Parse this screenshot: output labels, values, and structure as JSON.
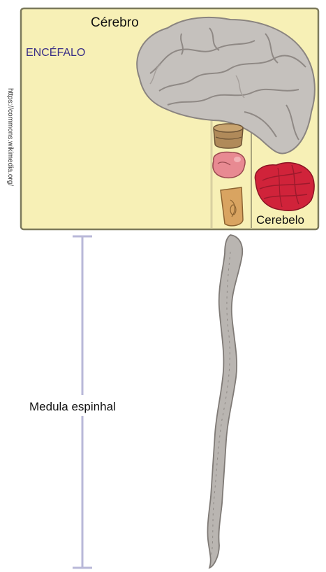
{
  "labels": {
    "cerebro": "Cérebro",
    "encefalo": "ENCÉFALO",
    "cerebelo": "Cerebelo",
    "medula": "Medula espinhal"
  },
  "credit": "https://commons.wikimedia.org/",
  "colors": {
    "box_fill": "#f7f0b6",
    "box_border": "#7c7a5c",
    "brain": "#c5c1bd",
    "brain_outline": "#8a8480",
    "cerebellum": "#d0233a",
    "midbrain": "#b08a5a",
    "pons": "#e88a92",
    "medulla_oblongata": "#d9a461",
    "spinal_cord": "#b9b5b1",
    "measure_line": "#b9b8d8",
    "encefalo_text": "#3a2f86"
  }
}
